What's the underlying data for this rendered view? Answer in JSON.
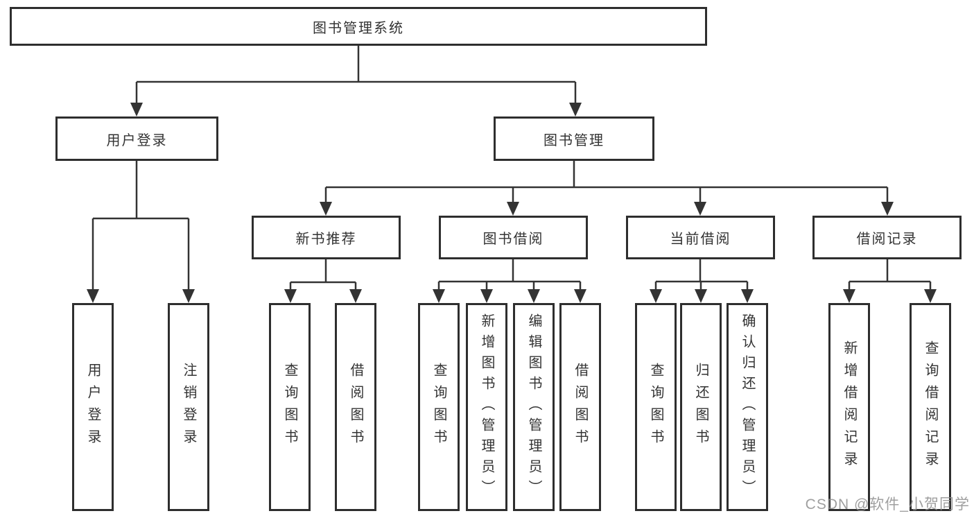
{
  "diagram": {
    "root_label": "图书管理系统",
    "level2": {
      "user_login": "用户登录",
      "book_management": "图书管理"
    },
    "level3": {
      "new_book_recommend": "新书推荐",
      "book_borrow": "图书借阅",
      "current_borrow": "当前借阅",
      "borrow_record": "借阅记录"
    },
    "leaves": {
      "user_login_children": [
        "用户登录",
        "注销登录"
      ],
      "new_book_recommend_children": [
        "查询图书",
        "借阅图书"
      ],
      "book_borrow_children": [
        "查询图书",
        "新增图书（管理员）",
        "编辑图书（管理员）",
        "借阅图书"
      ],
      "current_borrow_children": [
        "查询图书",
        "归还图书",
        "确认归还（管理员）"
      ],
      "borrow_record_children": [
        "新增借阅记录",
        "查询借阅记录"
      ]
    }
  },
  "watermark": "CSDN @软件_小贺同学",
  "colors": {
    "line": "#333333",
    "box_border": "#2e2e2e",
    "text": "#333333",
    "background": "#ffffff",
    "watermark": "#8e8e8e"
  }
}
